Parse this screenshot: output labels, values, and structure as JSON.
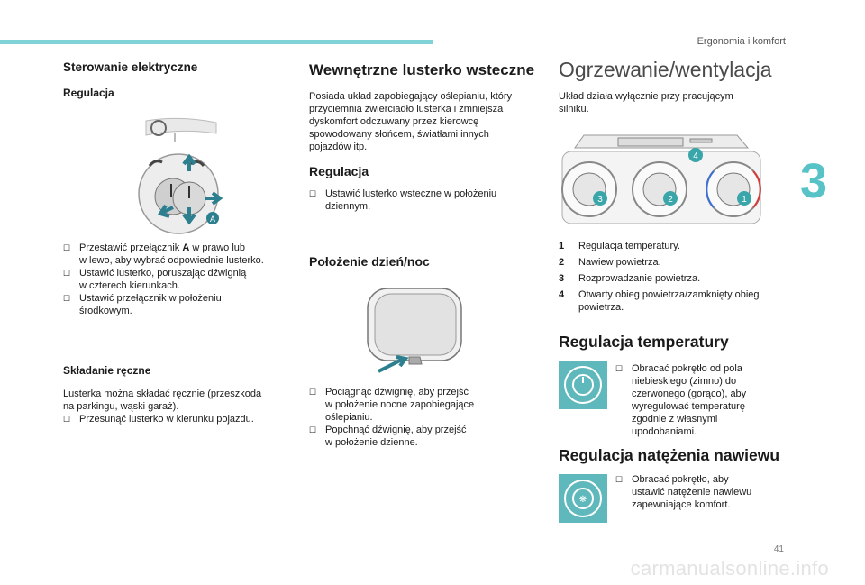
{
  "header": {
    "title": "Ergonomia i komfort",
    "chapter": "3"
  },
  "col1": {
    "title": "Sterowanie elektryczne",
    "sub1": "Regulacja",
    "bullets1": [
      "Przestawić przełącznik A w prawo lub w lewo, aby wybrać odpowiednie lusterko.",
      "Ustawić lusterko, poruszając dźwignią w czterech kierunkach.",
      "Ustawić przełącznik w położeniu środkowym."
    ],
    "bullet1_line1_pre": "Przestawić przełącznik ",
    "bullet1_line1_bold": "A",
    "bullet1_line1_post": " w prawo lub",
    "bullet1_line2": "w lewo, aby wybrać odpowiednie lusterko.",
    "bullet2_line1": "Ustawić lusterko, poruszając dźwignią",
    "bullet2_line2": "w czterech kierunkach.",
    "bullet3_line1": "Ustawić przełącznik w położeniu",
    "bullet3_line2": "środkowym.",
    "sub2": "Składanie ręczne",
    "para2_line1": "Lusterka można składać ręcznie (przeszkoda",
    "para2_line2": "na parkingu, wąski garaż).",
    "bullet4": "Przesunąć lusterko w kierunku pojazdu.",
    "figure_label": "A"
  },
  "col2": {
    "title": "Wewnętrzne lusterko wsteczne",
    "para_lines": [
      "Posiada układ zapobiegający oślepianiu, który",
      "przyciemnia zwierciadło lusterka i zmniejsza",
      "dyskomfort odczuwany przez kierowcę",
      "spowodowany słońcem, światłami innych",
      "pojazdów itp."
    ],
    "sub1": "Regulacja",
    "bullet1_line1": "Ustawić lusterko wsteczne w położeniu",
    "bullet1_line2": "dziennym.",
    "sub2": "Położenie dzień/noc",
    "bullet2_line1": "Pociągnąć dźwignię, aby przejść",
    "bullet2_line2": "w położenie nocne zapobiegające",
    "bullet2_line3": "oślepianiu.",
    "bullet3_line1": "Popchnąć dźwignię, aby przejść",
    "bullet3_line2": "w położenie dzienne."
  },
  "col3": {
    "title": "Ogrzewanie/wentylacja",
    "para_line1": "Układ działa wyłącznie przy pracującym",
    "para_line2": "silniku.",
    "callouts": [
      "4",
      "3",
      "2",
      "1"
    ],
    "legend": [
      {
        "n": "1",
        "text": "Regulacja temperatury."
      },
      {
        "n": "2",
        "text": "Nawiew powietrza."
      },
      {
        "n": "3",
        "text": "Rozprowadzanie powietrza."
      },
      {
        "n": "4",
        "text": "Otwarty obieg powietrza/zamknięty obieg",
        "text2": "powietrza."
      }
    ],
    "title2": "Regulacja temperatury",
    "temp_lines": [
      "Obracać pokrętło od pola",
      "niebieskiego (zimno) do",
      "czerwonego (gorąco), aby",
      "wyregulować temperaturę",
      "zgodnie z własnymi",
      "upodobaniami."
    ],
    "title3": "Regulacja natężenia nawiewu",
    "fan_lines": [
      "Obracać pokrętło, aby",
      "ustawić natężenie nawiewu",
      "zapewniające komfort."
    ]
  },
  "footer": {
    "page_number": "41",
    "watermark": "carmanualsonline.info"
  },
  "colors": {
    "accent": "#57c3c6",
    "icon_bg": "#5fb8bb",
    "callout": "#3aa6a9"
  },
  "icons": {
    "bullet": "checkbox-bullet",
    "temp": "temperature-knob-icon",
    "fan": "fan-knob-icon"
  }
}
